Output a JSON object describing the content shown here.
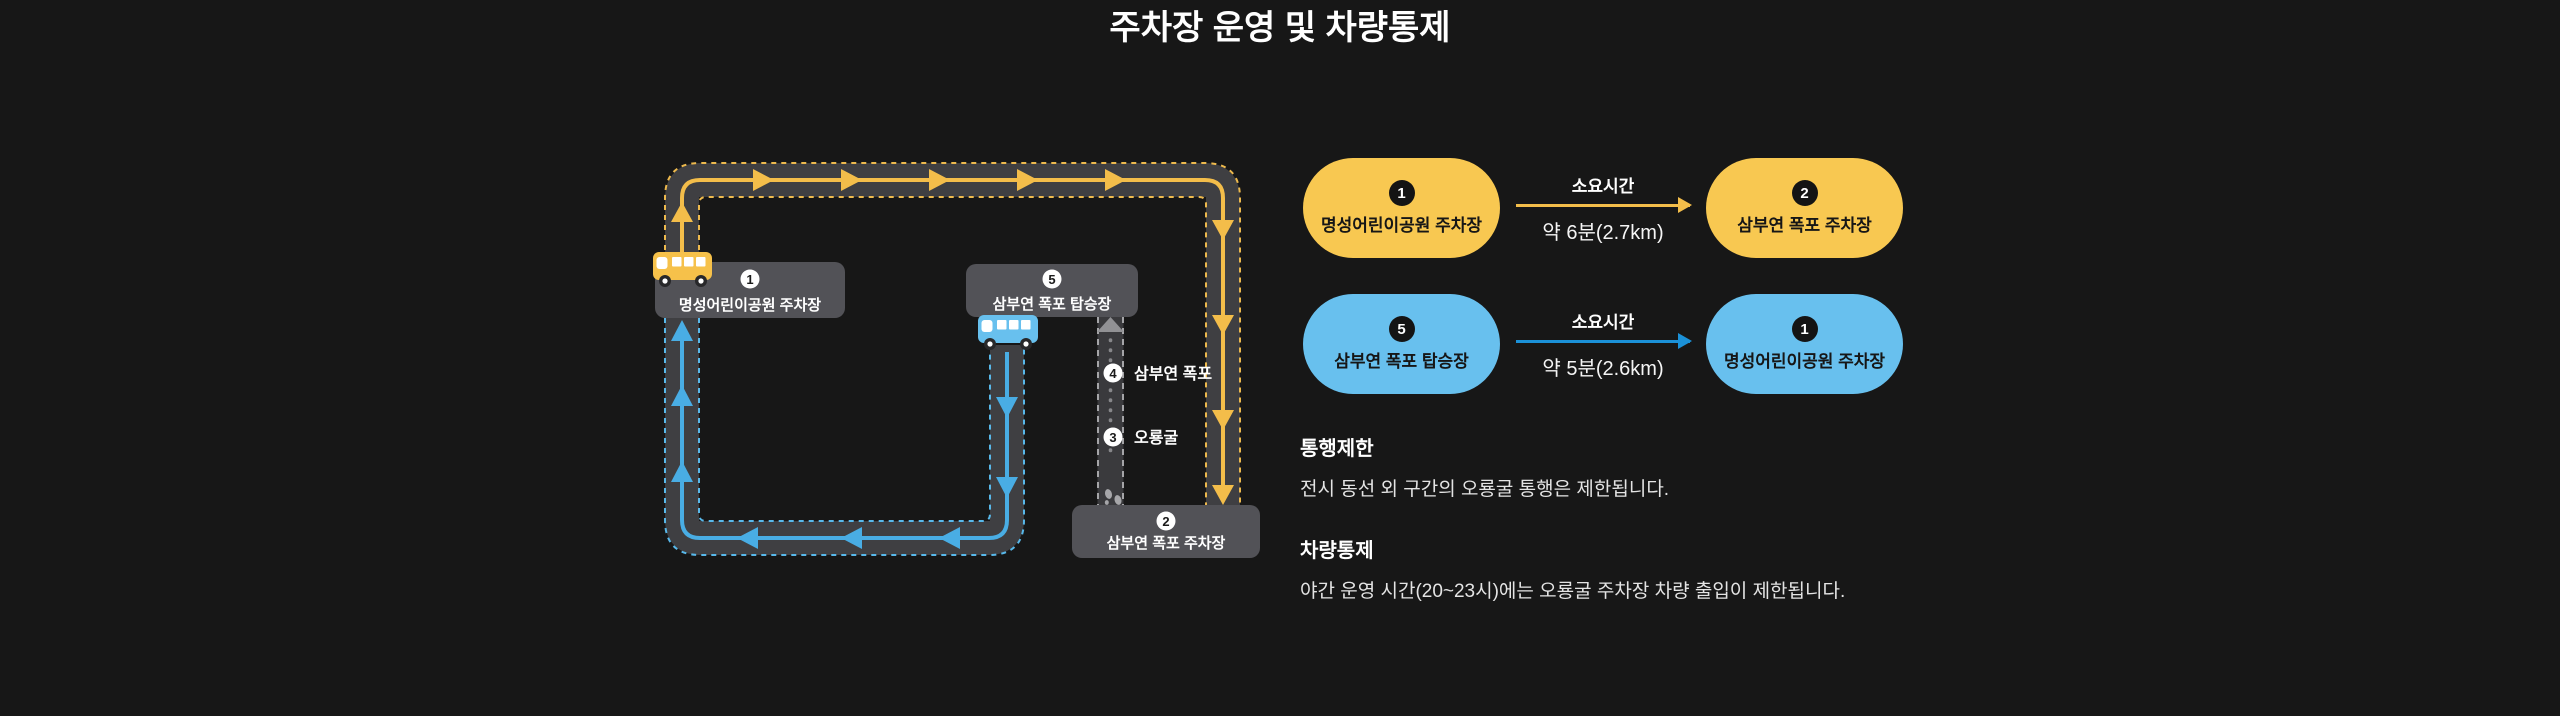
{
  "title": "주차장 운영 및 차량통제",
  "map": {
    "stop1": {
      "num": "1",
      "label": "명성어린이공원 주차장"
    },
    "stop2": {
      "num": "2",
      "label": "삼부연 폭포 주차장"
    },
    "stop3": {
      "num": "3",
      "label": "오룡굴"
    },
    "stop4": {
      "num": "4",
      "label": "삼부연 폭포"
    },
    "stop5": {
      "num": "5",
      "label": "삼부연 폭포 탑승장"
    },
    "icons": {
      "yellow_bus": "bus-icon",
      "blue_bus": "bus-icon",
      "footprints": "footprints-icon",
      "walk_direction": "up-arrow-icon"
    }
  },
  "routes": [
    {
      "from_num": "1",
      "from_label": "명성어린이공원 주차장",
      "duration_title": "소요시간",
      "duration": "약 6분(2.7km)",
      "to_num": "2",
      "to_label": "삼부연 폭포 주차장"
    },
    {
      "from_num": "5",
      "from_label": "삼부연 폭포 탑승장",
      "duration_title": "소요시간",
      "duration": "약 5분(2.6km)",
      "to_num": "1",
      "to_label": "명성어린이공원 주차장"
    }
  ],
  "notes": [
    {
      "heading": "통행제한",
      "body": "전시 동선 외 구간의 오룡굴 통행은 제한됩니다."
    },
    {
      "heading": "차량통제",
      "body": "야간 운영 시간(20~23시)에는 오룡굴 주차장 차량 출입이 제한됩니다."
    }
  ],
  "colors": {
    "background": "#171717",
    "road": "#3f3f42",
    "yellow": "#f8c851",
    "yellow_line": "#f3bd4a",
    "blue": "#68c0ee",
    "blue_line": "#49ade4",
    "blue_arrow": "#1b91d8",
    "label_box": "#525257"
  }
}
